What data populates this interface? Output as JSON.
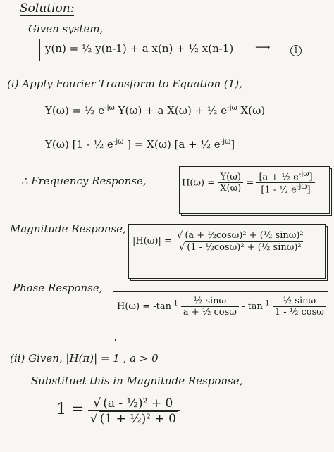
{
  "heading": "Solution:",
  "given_system_label": "Given system,",
  "eq1": "y(n) = ½ y(n-1) + a x(n) + ½ x(n-1)",
  "eq1_ref": "1",
  "step1_label": "(i)  Apply Fourier Transform to Equation (1),",
  "ft_line1_lhs": "Y(ω) = ½ e",
  "ft_line1_exp1": "-jω",
  "ft_line1_mid": "Y(ω) + a X(ω) + ½ e",
  "ft_line1_exp2": "-jω",
  "ft_line1_end": "X(ω)",
  "ft_line2_a": "Y(ω) [1 - ½ e",
  "ft_line2_exp1": "-jω",
  "ft_line2_b": "] = X(ω) [a + ½ e",
  "ft_line2_exp2": "-jω",
  "ft_line2_c": "]",
  "freq_label": "∴ Frequency Response,",
  "freq_lhs": "H(ω) =",
  "freq_num1": "Y(ω)",
  "freq_den1": "X(ω)",
  "freq_eq": "=",
  "freq_num2": "[a + ½ e",
  "freq_num2_exp": "-jω",
  "freq_num2_end": "]",
  "freq_den2": "[1 - ½ e",
  "freq_den2_exp": "-jω",
  "freq_den2_end": "]",
  "mag_label": "Magnitude Response,",
  "mag_lhs": "|H(ω)| =",
  "mag_num": "(a + ½cosω)² + (½ sinω)²",
  "mag_den": "(1 - ½cosω)² + (½ sinω)²",
  "phase_label": "Phase Response,",
  "phase_lhs": "H(ω) = -tan",
  "phase_inv": "-1",
  "phase_num1": "½ sinω",
  "phase_den1": "a + ½ cosω",
  "phase_mid": "- tan",
  "phase_inv2": "-1",
  "phase_num2": "½ sinω",
  "phase_den2": "1 - ½ cosω",
  "step2_label": "(ii)  Given, |H(π)| = 1 ,  a > 0",
  "subst_label": "Substituet this in Magnitude Response,",
  "final_lhs": "1 =",
  "final_num": "(a - ½)² + 0",
  "final_den": "(1 + ½)² + 0"
}
